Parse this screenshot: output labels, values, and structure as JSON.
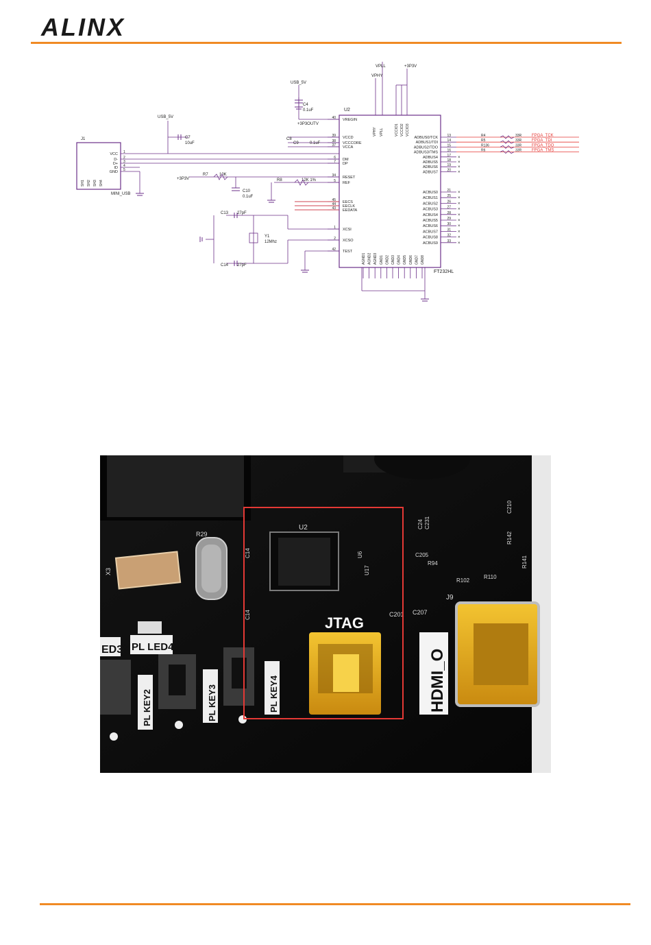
{
  "header": {
    "logo_text": "ALINX",
    "accent_color": "#f08a24"
  },
  "schematic": {
    "chip": "U2",
    "chip_part": "FT232HL",
    "power_labels": [
      "USB_5V",
      "VPHY",
      "VPLL",
      "+3P3V",
      "+3P3OUTV"
    ],
    "connector": {
      "ref": "J1",
      "name": "MINI_USB",
      "pins": [
        "VCC",
        "D-",
        "D+",
        "ID",
        "GND"
      ],
      "shields": [
        "SH1",
        "SH2",
        "SH3",
        "SH4"
      ]
    },
    "left_pins": [
      {
        "num": "40",
        "name": "VREGIN"
      },
      {
        "num": "39",
        "name": "VCCD"
      },
      {
        "num": "38",
        "name": "VCCCORE"
      },
      {
        "num": "37",
        "name": "VCCA"
      },
      {
        "num": "6",
        "name": "DM"
      },
      {
        "num": "7",
        "name": "DP"
      },
      {
        "num": "34",
        "name": "RESET"
      },
      {
        "num": "5",
        "name": "REF"
      },
      {
        "num": "45",
        "name": "EECS"
      },
      {
        "num": "44",
        "name": "EECLK"
      },
      {
        "num": "43",
        "name": "EEDATA"
      },
      {
        "num": "1",
        "name": "XCSI"
      },
      {
        "num": "2",
        "name": "XCSO"
      },
      {
        "num": "42",
        "name": "TEST"
      }
    ],
    "right_pins": [
      {
        "num": "13",
        "name": "ADBUS0/TCK"
      },
      {
        "num": "14",
        "name": "ADBUS1/TDI"
      },
      {
        "num": "15",
        "name": "ADBUS2/TDO"
      },
      {
        "num": "16",
        "name": "ADBUS3/TMS"
      },
      {
        "num": "17",
        "name": "ADBUS4"
      },
      {
        "num": "18",
        "name": "ADBUS5"
      },
      {
        "num": "19",
        "name": "ADBUS6"
      },
      {
        "num": "20",
        "name": "ADBUS7"
      },
      {
        "num": "21",
        "name": "ACBUS0"
      },
      {
        "num": "25",
        "name": "ACBUS1"
      },
      {
        "num": "26",
        "name": "ACBUS2"
      },
      {
        "num": "27",
        "name": "ACBUS3"
      },
      {
        "num": "28",
        "name": "ACBUS4"
      },
      {
        "num": "29",
        "name": "ACBUS5"
      },
      {
        "num": "30",
        "name": "ACBUS6"
      },
      {
        "num": "31",
        "name": "ACBUS7"
      },
      {
        "num": "32",
        "name": "ACBUS8"
      },
      {
        "num": "33",
        "name": "ACBUS9"
      }
    ],
    "top_pins": [
      "VPHY",
      "VPLL",
      "VCCIO1",
      "VCCIO2",
      "VCCIO3"
    ],
    "bottom_pins": [
      "AGND1",
      "AGND2",
      "AGND3",
      "GND1",
      "GND2",
      "GND3",
      "GND4",
      "GND5",
      "GND6",
      "GND7",
      "GND8"
    ],
    "jtag_nets": [
      {
        "res": "R4",
        "val": "33R",
        "net": "FPGA_TCK"
      },
      {
        "res": "R5",
        "val": "33R",
        "net": "FPGA_TDI"
      },
      {
        "res": "R136",
        "val": "33R",
        "net": "FPGA_TDO"
      },
      {
        "res": "R6",
        "val": "33R",
        "net": "FPGA_TMS"
      }
    ],
    "components": {
      "c4": "C4",
      "c4_val": "0.1uF",
      "c7": "C7",
      "c7_val": "10uF",
      "c8": "C8",
      "c9": "C9",
      "c9_val": "0.1uF",
      "r7": "R7",
      "r7_val": "10K",
      "c10": "C10",
      "c10_val": "0.1uF",
      "r8": "R8",
      "r8_val": "12K 1%",
      "c13": "C13",
      "c13_val": "27pF",
      "c14": "C14",
      "c14_val": "27pF",
      "y1": "Y1",
      "y1_val": "12Mhz",
      "plus3p3v": "+3P3V",
      "vccd_note": "0.1uF"
    }
  },
  "photo": {
    "silkscreen": {
      "jtag": "JTAG",
      "u2": "U2",
      "u6": "U6",
      "u17": "U17",
      "hdmi": "HDMI_O",
      "j9": "J9",
      "pl_led4": "PL LED4",
      "led3": "ED3",
      "pl_key2": "PL KEY2",
      "pl_key3": "PL KEY3",
      "pl_key4": "PL KEY4",
      "r29": "R29",
      "x3": "X3",
      "c207": "C207",
      "c201": "C201",
      "c205": "C205",
      "r94": "R94",
      "c24": "C24",
      "c231": "C231",
      "r142": "R142",
      "r141": "R141",
      "c210": "C210",
      "r110": "R110",
      "r102": "R102",
      "c14": "C14",
      "c14a": "C14"
    },
    "highlight_color": "#e53935"
  }
}
